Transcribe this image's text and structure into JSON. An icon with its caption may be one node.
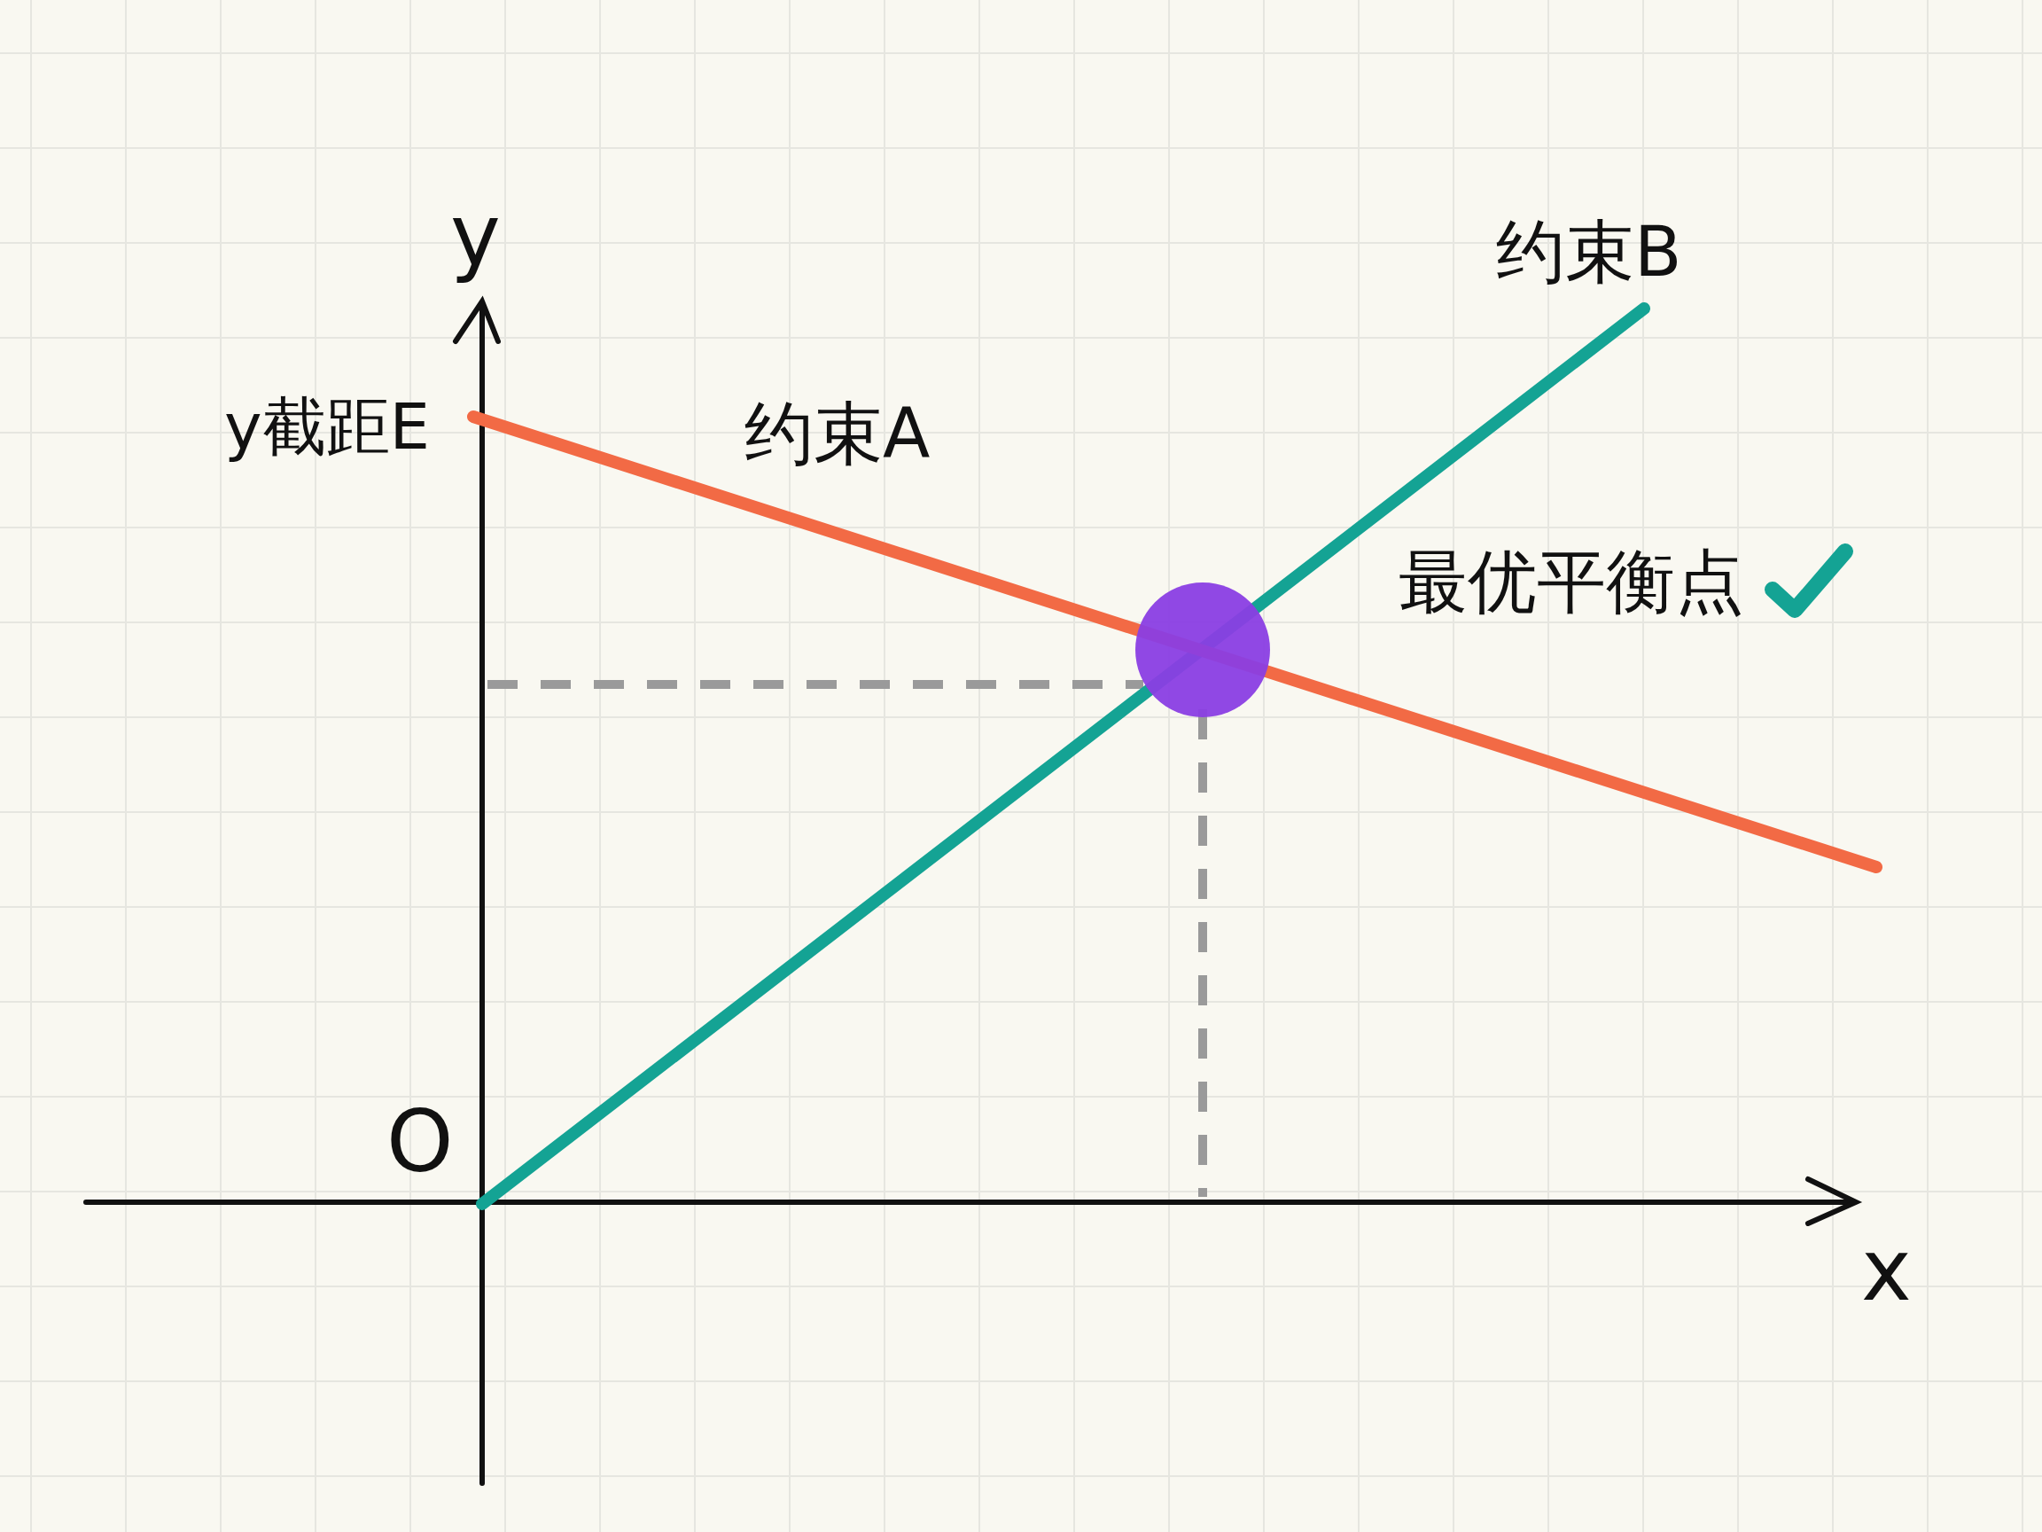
{
  "diagram": {
    "nodes": [
      {
        "text": [],
        "shape": "circle"
      }
    ],
    "labels": [
      "y",
      "y截距E",
      "约束A",
      "约束B",
      "最优平衡点",
      "O",
      "x"
    ]
  }
}
